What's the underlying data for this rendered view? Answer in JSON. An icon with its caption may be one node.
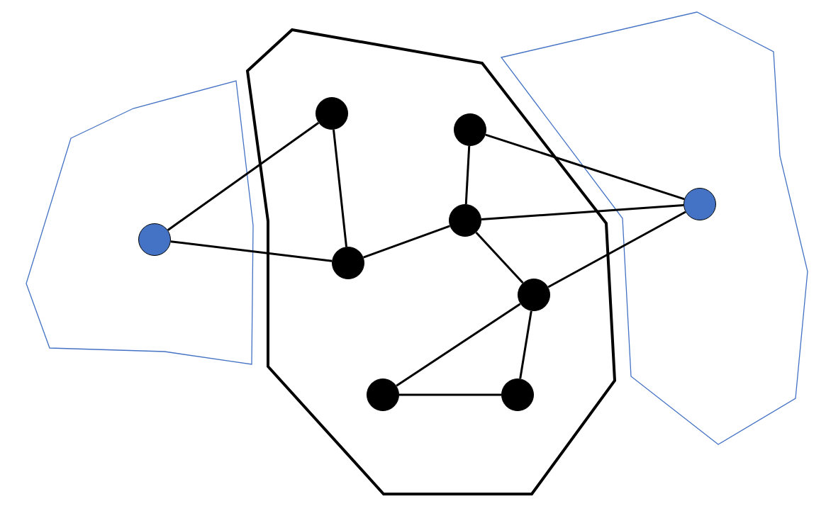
{
  "diagram": {
    "nodes": [
      {
        "text": [],
        "shape": "polygon"
      },
      {
        "text": [],
        "shape": "circle",
        "in": 0
      },
      {
        "text": [],
        "shape": "polygon"
      },
      {
        "text": [],
        "shape": "circle",
        "in": 2
      },
      {
        "text": [],
        "shape": "circle",
        "in": 2
      },
      {
        "text": [],
        "shape": "circle",
        "in": 2
      },
      {
        "text": [],
        "shape": "circle",
        "in": 2
      },
      {
        "text": [],
        "shape": "circle",
        "in": 2
      },
      {
        "text": [],
        "shape": "circle",
        "in": 2
      },
      {
        "text": [],
        "shape": "circle",
        "in": 2
      },
      {
        "text": [],
        "shape": "polygon"
      },
      {
        "text": [],
        "shape": "circle",
        "in": 10
      }
    ],
    "edges": [
      {
        "from": 1,
        "to": 3,
        "arrow": "none"
      },
      {
        "from": 1,
        "to": 6,
        "arrow": "none"
      },
      {
        "from": 3,
        "to": 6,
        "arrow": "none"
      },
      {
        "from": 6,
        "to": 5,
        "arrow": "none"
      },
      {
        "from": 4,
        "to": 5,
        "arrow": "none"
      },
      {
        "from": 4,
        "to": 11,
        "arrow": "none"
      },
      {
        "from": 5,
        "to": 11,
        "arrow": "none"
      },
      {
        "from": 5,
        "to": 7,
        "arrow": "none"
      },
      {
        "from": 7,
        "to": 11,
        "arrow": "none"
      },
      {
        "from": 7,
        "to": 8,
        "arrow": "none"
      },
      {
        "from": 7,
        "to": 9,
        "arrow": "none"
      },
      {
        "from": 8,
        "to": 9,
        "arrow": "none"
      }
    ]
  }
}
